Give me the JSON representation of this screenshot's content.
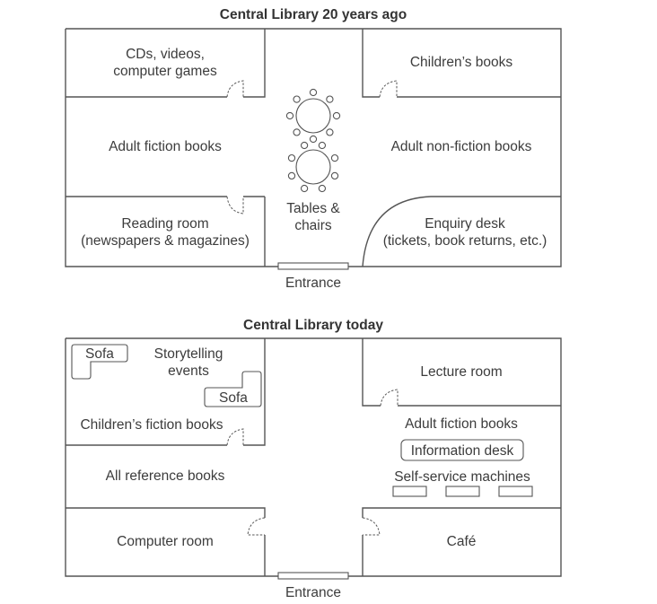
{
  "plan_then": {
    "title": "Central Library 20 years ago",
    "rooms": {
      "cds": [
        "CDs, videos,",
        "computer games"
      ],
      "childrens_books": "Children’s books",
      "adult_fiction": "Adult fiction books",
      "adult_nonfiction": "Adult non-fiction books",
      "reading_room": [
        "Reading room",
        "(newspapers & magazines)"
      ],
      "enquiry_desk": [
        "Enquiry desk",
        "(tickets, book returns, etc.)"
      ],
      "tables": [
        "Tables &",
        "chairs"
      ]
    },
    "tables_count": 2,
    "chairs_per_table": 8,
    "entrance": "Entrance"
  },
  "plan_now": {
    "title": "Central Library today",
    "rooms": {
      "sofa": "Sofa",
      "storytelling": [
        "Storytelling",
        "events"
      ],
      "childrens_fiction": "Children’s fiction books",
      "reference": "All reference books",
      "computer_room": "Computer room",
      "lecture_room": "Lecture room",
      "adult_fiction": "Adult fiction books",
      "information_desk": "Information desk",
      "self_service": "Self-service machines",
      "cafe": "Café"
    },
    "self_service_machine_count": 3,
    "entrance": "Entrance"
  }
}
